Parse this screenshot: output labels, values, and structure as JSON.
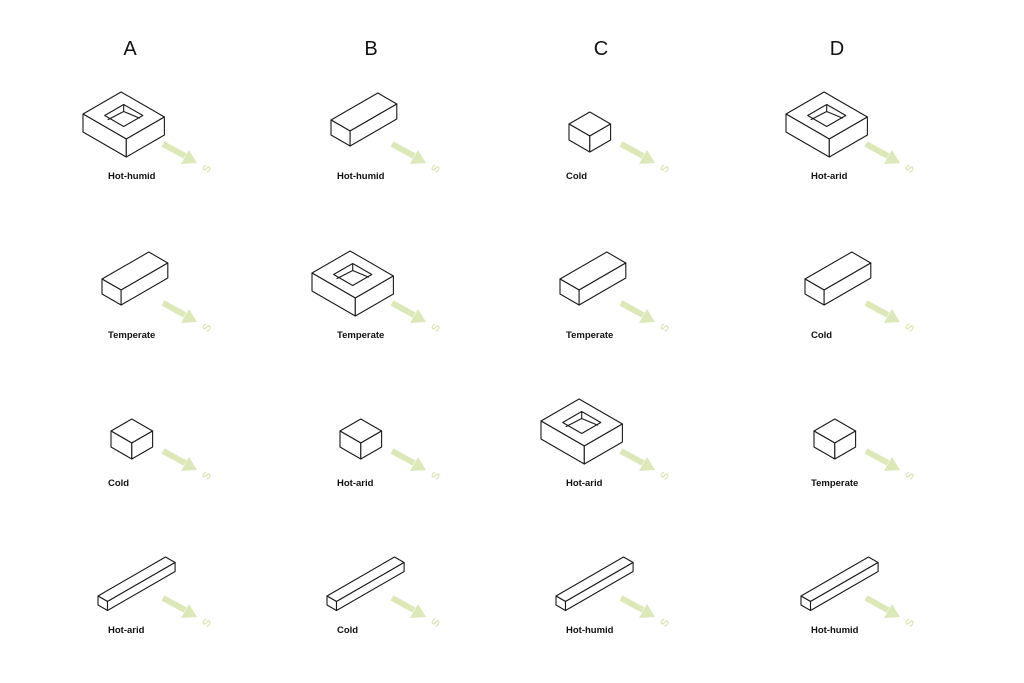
{
  "columns": [
    {
      "letter": "A",
      "cells": [
        {
          "form": "courtyard",
          "climate": "Hot-humid"
        },
        {
          "form": "bar",
          "climate": "Temperate"
        },
        {
          "form": "cube",
          "climate": "Cold"
        },
        {
          "form": "slab",
          "climate": "Hot-arid"
        }
      ]
    },
    {
      "letter": "B",
      "cells": [
        {
          "form": "bar",
          "climate": "Hot-humid"
        },
        {
          "form": "courtyard",
          "climate": "Temperate"
        },
        {
          "form": "cube",
          "climate": "Hot-arid"
        },
        {
          "form": "slab",
          "climate": "Cold"
        }
      ]
    },
    {
      "letter": "C",
      "cells": [
        {
          "form": "cube",
          "climate": "Cold"
        },
        {
          "form": "bar",
          "climate": "Temperate"
        },
        {
          "form": "courtyard",
          "climate": "Hot-arid"
        },
        {
          "form": "slab",
          "climate": "Hot-humid"
        }
      ]
    },
    {
      "letter": "D",
      "cells": [
        {
          "form": "courtyard",
          "climate": "Hot-arid"
        },
        {
          "form": "bar",
          "climate": "Cold"
        },
        {
          "form": "cube",
          "climate": "Temperate"
        },
        {
          "form": "slab",
          "climate": "Hot-humid"
        }
      ]
    }
  ],
  "south_label": "S",
  "arrow_color": "#dde8b8",
  "line_color": "#1a1a1a"
}
